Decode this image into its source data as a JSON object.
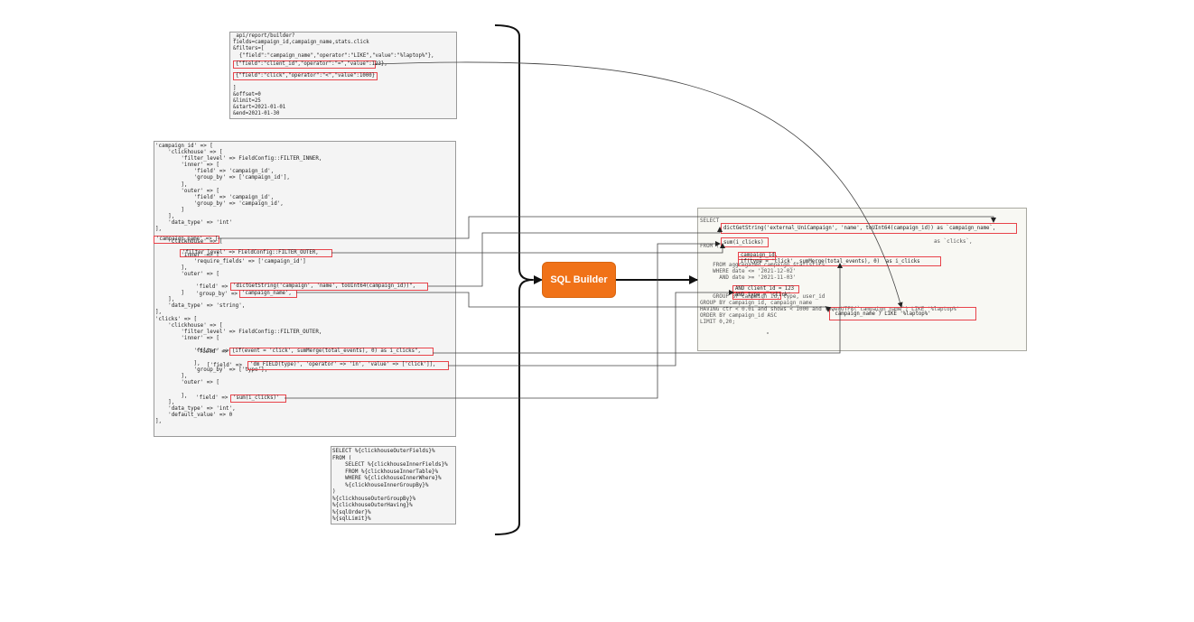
{
  "request_box": {
    "lines": [
      "_api/report/builder?",
      "fields=campaign_id,campaign_name,stats.click",
      "&filters=[",
      "  {\"field\":\"campaign_name\",\"operator\":\"LIKE\",\"value\":\"%laptop%\"},",
      "",
      "",
      "",
      "",
      "]",
      "&offset=0",
      "&limit=25",
      "&start=2021-01-01",
      "&end=2021-01-30"
    ],
    "filter_client_id": "{\"field\":\"client_id\",\"operator\":\"=\",\"value\":123},",
    "filter_click": "{\"field\":\"click\",\"operator\":\"<\",\"value\":1000}"
  },
  "config_box": {
    "lines": [
      "'campaign_id' => [",
      "    'clickhouse' => [",
      "        'filter_level' => FieldConfig::FILTER_INNER,",
      "        'inner' => [",
      "            'field' => 'campaign_id',",
      "            'group_by' => ['campaign_id'],",
      "        ],",
      "        'outer' => [",
      "            'field' => 'campaign_id',",
      "            'group_by' => 'campaign_id',",
      "        ]",
      "    ],",
      "    'data_type' => 'int'",
      "],",
      "",
      "    'clickhouse' => [",
      "",
      "        'inner' => [",
      "            'require_fields' => ['campaign_id']",
      "        ],",
      "        'outer' => [",
      "",
      "",
      "        ]",
      "    ],",
      "    'data_type' => 'string',",
      "],",
      "'clicks' => [",
      "    'clickhouse' => [",
      "        'filter_level' => FieldConfig::FILTER_OUTER,",
      "        'inner' => [",
      "",
      "            'filter' => [",
      "",
      "            ],",
      "            'group_by' => ['type'],",
      "        ],",
      "        'outer' => [",
      "",
      "        ],",
      "    ],",
      "    'data_type' => 'int',",
      "    'default_value' => 0",
      "],"
    ],
    "hl_campaign_name": "'campaign_name' => [",
    "hl_filter_level_outer": "'filter_level' => FieldConfig::FILTER_OUTER,",
    "hl_field_dict_prefix": "'field' =>",
    "hl_field_dict": "'dictGetString('campaign', 'name', toUInt64(campaign_id))\",",
    "hl_group_by_name_prefix": "'group_by' =>",
    "hl_group_by_name": "'campaign_name',",
    "hl_field_if_prefix": "'field' =>",
    "hl_field_if": "'if(event = 'click', sumMerge(total_events), 0) as i_clicks\",",
    "hl_filter_field_prefix": "['field' =>",
    "hl_filter_field": "'dm_FIELD(type)', 'operator' => 'in', 'value' => ['click']],",
    "hl_field_sum_prefix": "'field' =>",
    "hl_field_sum": "'sum(i_clicks)'"
  },
  "template_box": {
    "lines": [
      "SELECT %{clickhouseOuterFields}%",
      "FROM (",
      "    SELECT %{clickhouseInnerFields}%",
      "    FROM %{clickhouseInnerTable}%",
      "    WHERE %{clickhouseInnerWhere}%",
      "    %{clickhouseInnerGroupBy}%",
      ")",
      "%{clickhouseOuterGroupBy}%",
      "%{clickhouseOuterHaving}%",
      "%{sqlOrder}%",
      "%{sqlLimit}%"
    ]
  },
  "builder": {
    "label": "SQL Builder"
  },
  "sql_box": {
    "lines": [
      "SELECT",
      "",
      "",
      "",
      "FROM (",
      "",
      "",
      "    FROM aggregated_campaign_statistics",
      "    WHERE date <= '2021-12-02'",
      "      AND date >= '2021-11-03'",
      "",
      "",
      "    GROUP BY campaign_id, type, user_id",
      "GROUP BY campaign_id, campaign_name",
      "HAVING ctr < 0.01 and shows < 1000 and lowerUTF8(`campaign_name`) LIKE '%laptop%'",
      "ORDER BY campaign_id ASC",
      "LIMIT 0,20;"
    ],
    "hl_dict": "dictGetString('external_UniCampaign', 'name', toUInt64(campaign_id)) as `campaign_name`,",
    "hl_sum": "sum(i_clicks)",
    "alias_clicks": "as `clicks`,",
    "hl_campaign_id": "campaign_id,",
    "hl_if": "if(type = 'click', sumMerge(total_events), 0)  as i_clicks",
    "hl_client_id": "AND client_id = 123",
    "hl_type": "AND type = 'click'",
    "hl_having": "`campaign_name`) LIKE '%laptop%'"
  },
  "colors": {
    "highlight": "#e8434a",
    "builder": "#f07218",
    "wire": "#333333"
  }
}
